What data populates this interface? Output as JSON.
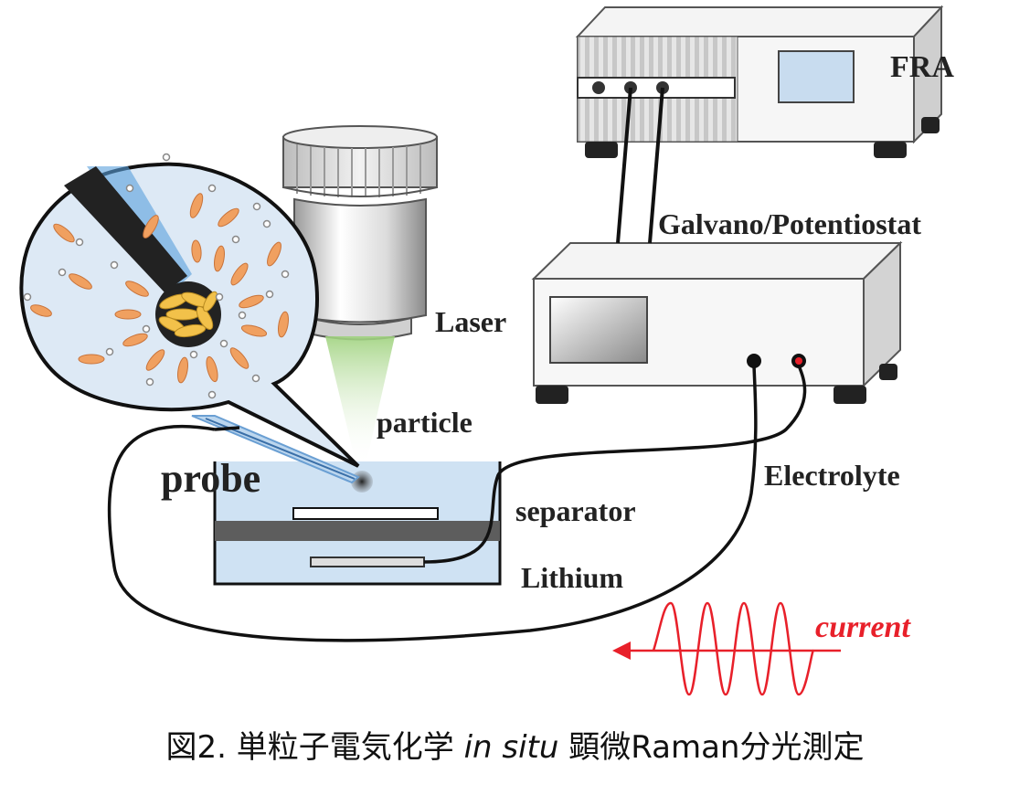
{
  "labels": {
    "fra": "FRA",
    "galvano": "Galvano/Potentiostat",
    "laser": "Laser",
    "particle": "particle",
    "probe": "probe",
    "electrolyte": "Electrolyte",
    "separator": "separator",
    "lithium": "Lithium",
    "current": "current"
  },
  "caption": {
    "prefix": "図2. 単粒子電気化学 ",
    "italic": "in situ",
    "suffix": " 顕微Raman分光測定"
  },
  "colors": {
    "current": "#e8202a",
    "electrolyte": "#cfe2f3",
    "zoom_bubble": "#dde9f5",
    "particle_gold": "#f2c14a",
    "orange_particles": "#f0a060",
    "laser_beam": "#b6dc9a"
  }
}
